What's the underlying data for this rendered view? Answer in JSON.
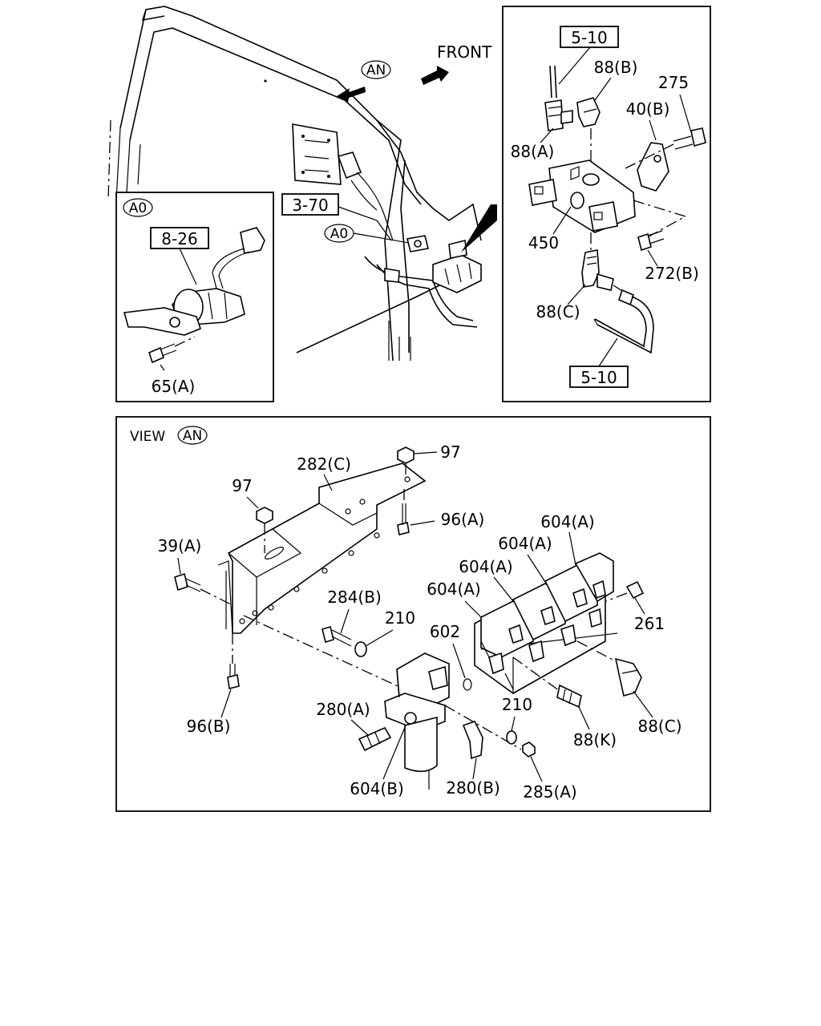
{
  "top_left": {
    "front_label": "FRONT",
    "view_marker": "AN",
    "detail_marker": "A0",
    "ref_3_70": "3-70"
  },
  "detail_a0": {
    "marker": "A0",
    "ref": "8-26",
    "callouts": {
      "p65a": "65(A)"
    }
  },
  "top_right": {
    "ref_top": "5-10",
    "ref_bottom": "5-10",
    "callouts": {
      "p88b": "88(B)",
      "p275": "275",
      "p40b": "40(B)",
      "p88a": "88(A)",
      "p450": "450",
      "p272b": "272(B)",
      "p88c": "88(C)"
    }
  },
  "view_an": {
    "title": "VIEW",
    "marker": "AN",
    "callouts": {
      "p97a": "97",
      "p282c": "282(C)",
      "p97b": "97",
      "p96a": "96(A)",
      "p39a": "39(A)",
      "p604a1": "604(A)",
      "p604a2": "604(A)",
      "p604a3": "604(A)",
      "p604a4": "604(A)",
      "p284b": "284(B)",
      "p210a": "210",
      "p602": "602",
      "p261": "261",
      "p96b": "96(B)",
      "p280a": "280(A)",
      "p210b": "210",
      "p88k": "88(K)",
      "p88c2": "88(C)",
      "p604b": "604(B)",
      "p280b": "280(B)",
      "p285a": "285(A)"
    }
  },
  "icons": [
    "arrow-front-icon",
    "arrow-rear-icon"
  ]
}
